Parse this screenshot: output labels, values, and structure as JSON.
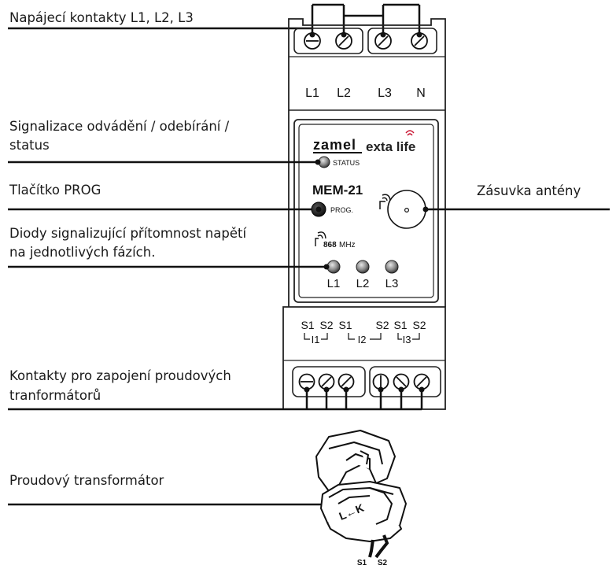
{
  "labels": {
    "supply": "Napájecí kontakty L1, L2, L3",
    "signal_line1": "Signalizace odvádění / odebírání /",
    "signal_line2": "status",
    "prog_button": "Tlačítko PROG",
    "diodes_line1": "Diody signalizující přítomnost napětí",
    "diodes_line2": "na jednotlivých fázích.",
    "antenna": "Zásuvka antény",
    "ct_contacts_line1": "Kontakty pro zapojení proudových",
    "ct_contacts_line2": "tranformátorů",
    "ct": "Proudový transformátor"
  },
  "device": {
    "top_terminals": [
      "L1",
      "L2",
      "L3",
      "N"
    ],
    "brand": "zamel",
    "series": "exta life",
    "model": "MEM-21",
    "status_label": "STATUS",
    "prog_label": "PROG.",
    "frequency_number": "868",
    "frequency_unit": "MHz",
    "phase_leds": [
      "L1",
      "L2",
      "L3"
    ],
    "bottom_terminals": [
      "S1",
      "S2",
      "S1",
      "S2",
      "S1",
      "S2"
    ],
    "groups": [
      "I1",
      "I2",
      "I3"
    ]
  },
  "ct_sensor": {
    "body_text": "L←K",
    "wire_labels": [
      "S1",
      "S2"
    ]
  },
  "colors": {
    "line": "#111111",
    "brand_red": "#c8102e"
  }
}
